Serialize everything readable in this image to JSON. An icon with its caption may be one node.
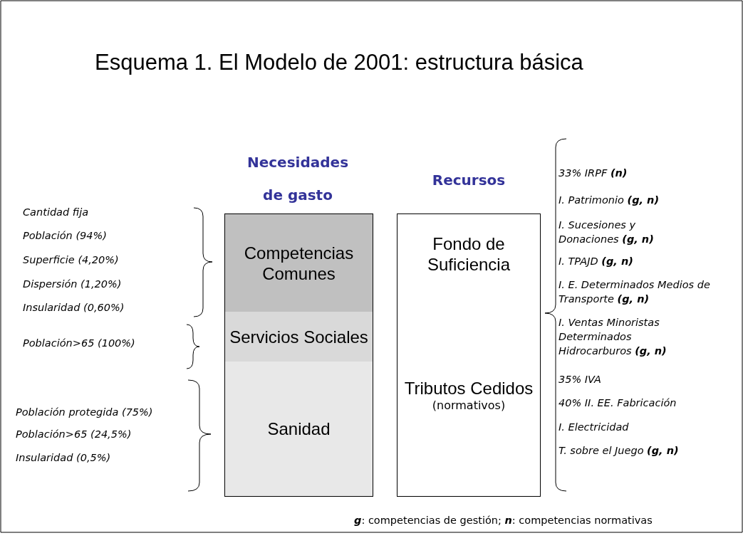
{
  "diagram": {
    "title": "Esquema 1. El Modelo de 2001: estructura básica",
    "nodes": [
      {
        "text": [
          "Competencias Comunes"
        ]
      },
      {
        "text": [
          "Servicios Sociales"
        ]
      },
      {
        "text": [
          "Sanidad"
        ]
      },
      {
        "text": [
          "Fondo de Suficiencia"
        ]
      },
      {
        "text": [
          "Tributos Cedidos",
          "(normativos)"
        ]
      }
    ],
    "labels": [
      "Necesidades de gasto",
      "Recursos",
      "Cantidad fija",
      "Población (94%)",
      "Superficie (4,20%)",
      "Dispersión (1,20%)",
      "Insularidad (0,60%)",
      "Población>65 (100%)",
      "Población protegida (75%)",
      "Población>65 (24,5%)",
      "Insularidad (0,5%)",
      "33% IRPF **(n)**",
      "I. Patrimonio **(g, n)**",
      "I. Sucesiones y Donaciones **(g, n)**",
      "I. TPAJD **(g, n)**",
      "I. E. Determinados Medios de Transporte **(g, n)**",
      "I. Ventas Minoristas Determinados Hidrocarburos **(g, n)**",
      "35% IVA",
      "40% II. EE. Fabricación",
      "I. Electricidad",
      "T. sobre el Juego **(g, n)**",
      "**g**: competencias de gestión; **n**: competencias normativas"
    ]
  }
}
